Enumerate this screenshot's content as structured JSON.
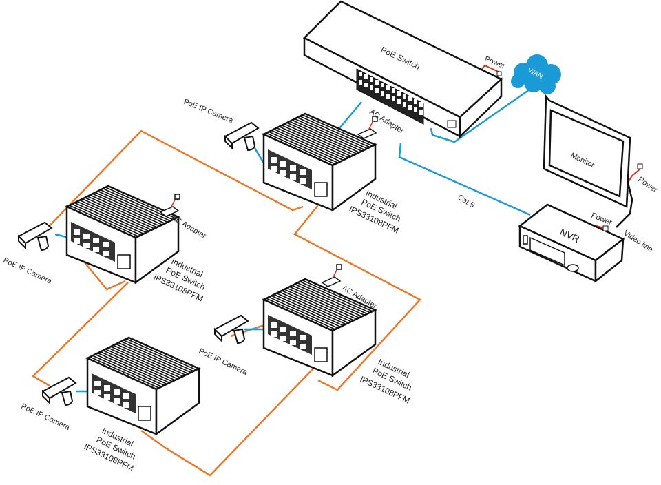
{
  "colors": {
    "orange_cable": "#e8782a",
    "blue_cable": "#1a9bd7",
    "power_cable": "#e0301e",
    "cloud": "#1a9bd7"
  },
  "poe_switch": {
    "title": "PoE Switch",
    "power": "Power"
  },
  "wan": {
    "label": "WAN"
  },
  "monitor": {
    "title": "Monitor",
    "power": "Power"
  },
  "nvr": {
    "title": "NVR",
    "power": "Power",
    "video_line": "Video line"
  },
  "cat5": "Cat 5",
  "nodes": [
    {
      "camera": "PoE IP Camera",
      "adapter": "AC Adapter",
      "switch_line1": "Industrial",
      "switch_line2": "PoE Switch",
      "model": "IPS33108PFM"
    },
    {
      "camera": "PoE IP Camera",
      "adapter": "AC Adapter",
      "switch_line1": "Industrial",
      "switch_line2": "PoE Switch",
      "model": "IPS33108PFM"
    },
    {
      "camera": "PoE IP Camera",
      "adapter": "AC Adapter",
      "switch_line1": "Industrial",
      "switch_line2": "PoE Switch",
      "model": "IPS33108PFM"
    },
    {
      "camera": "PoE IP Camera",
      "switch_line1": "Industrial",
      "switch_line2": "PoE Switch",
      "model": "IPS33108PFM"
    }
  ]
}
